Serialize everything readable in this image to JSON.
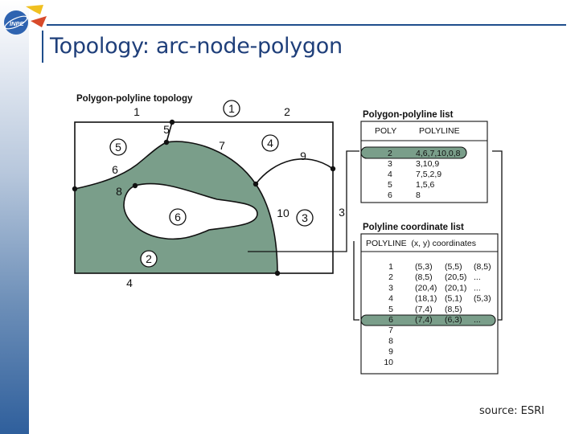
{
  "slide": {
    "title": "Topology: arc-node-polygon",
    "source": "source: ESRI",
    "logo_text": "INPE"
  },
  "colors": {
    "polygon_fill": "#7a9e8a",
    "accent": "#1f4e8c",
    "line": "#111111"
  },
  "diagram": {
    "title": "Polygon-polyline topology",
    "polygon_labels": [
      "1",
      "2",
      "3",
      "4",
      "5",
      "6"
    ],
    "polyline_labels": [
      "1",
      "2",
      "3",
      "4",
      "5",
      "6",
      "7",
      "8",
      "9",
      "10"
    ]
  },
  "poly_list": {
    "title": "Polygon-polyline list",
    "headers": [
      "POLY",
      "POLYLINE"
    ],
    "rows": [
      {
        "poly": "2",
        "polylines": "4,6,7,10,0,8"
      },
      {
        "poly": "3",
        "polylines": "3,10,9"
      },
      {
        "poly": "4",
        "polylines": "7,5,2,9"
      },
      {
        "poly": "5",
        "polylines": "1,5,6"
      },
      {
        "poly": "6",
        "polylines": "8"
      }
    ]
  },
  "coord_list": {
    "title": "Polyline coordinate list",
    "header": "POLYLINE  (x, y) coordinates",
    "rows": [
      {
        "id": "1",
        "c1": "(5,3)",
        "c2": "(5,5)",
        "c3": "(8,5)"
      },
      {
        "id": "2",
        "c1": "(8,5)",
        "c2": "(20,5)",
        "c3": "..."
      },
      {
        "id": "3",
        "c1": "(20,4)",
        "c2": "(20,1)",
        "c3": "..."
      },
      {
        "id": "4",
        "c1": "(18,1)",
        "c2": "(5,1)",
        "c3": "(5,3)"
      },
      {
        "id": "5",
        "c1": "(7,4)",
        "c2": "(8,5)",
        "c3": ""
      },
      {
        "id": "6",
        "c1": "(7,4)",
        "c2": "(6,3)",
        "c3": "..."
      },
      {
        "id": "7",
        "c1": "",
        "c2": "",
        "c3": ""
      },
      {
        "id": "8",
        "c1": "",
        "c2": "",
        "c3": ""
      },
      {
        "id": "9",
        "c1": "",
        "c2": "",
        "c3": ""
      },
      {
        "id": "10",
        "c1": "",
        "c2": "",
        "c3": ""
      }
    ]
  }
}
